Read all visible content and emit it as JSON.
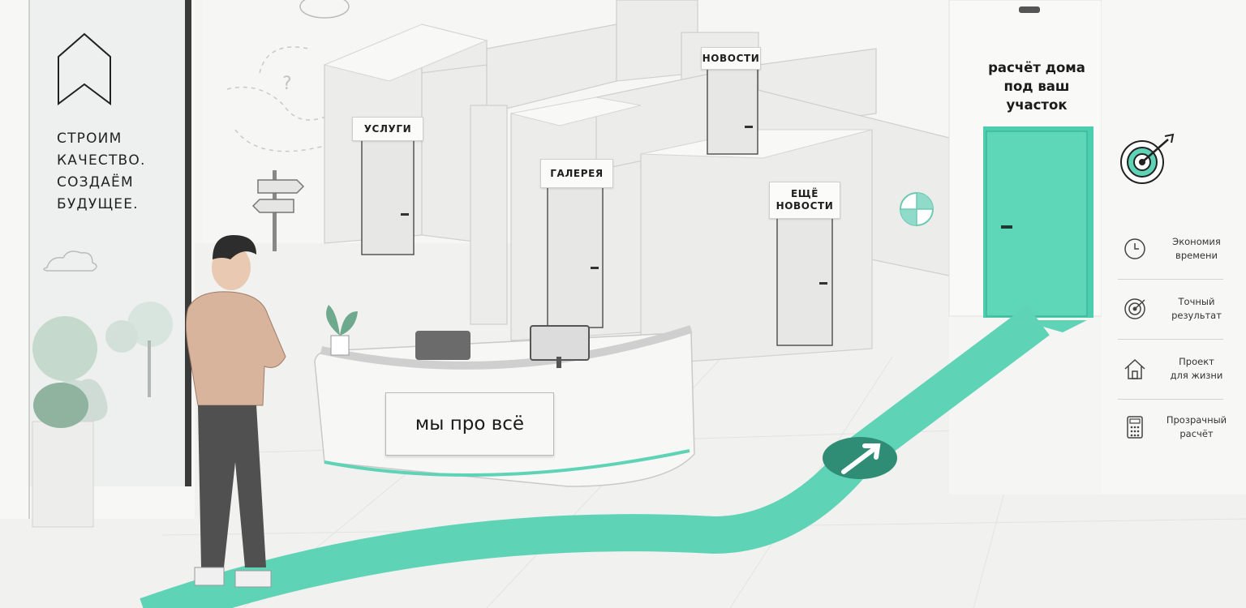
{
  "slogan": "СТРОИМ\nКАЧЕСТВО.\nСОЗДАЁМ\nБУДУЩЕЕ.",
  "signs": {
    "services": "УСЛУГИ",
    "news": "НОВОСТИ",
    "gallery": "ГАЛЕРЕЯ",
    "more_news": "ЕЩЁ\nНОВОСТИ"
  },
  "reception_sign": "мы про всё",
  "calc_door_title": "расчёт дома\nпод ваш\nучасток",
  "features": [
    {
      "icon": "clock-icon",
      "text": "Экономия\nвремени"
    },
    {
      "icon": "target-icon",
      "text": "Точный\nрезультат"
    },
    {
      "icon": "house-icon",
      "text": "Проект\nдля жизни"
    },
    {
      "icon": "calculator-icon",
      "text": "Прозрачный\nрасчёт"
    }
  ],
  "colors": {
    "accent": "#5ed3b6",
    "accent_dark": "#3fae95",
    "wall": "#f0f0ef",
    "text": "#1a1a1a"
  }
}
